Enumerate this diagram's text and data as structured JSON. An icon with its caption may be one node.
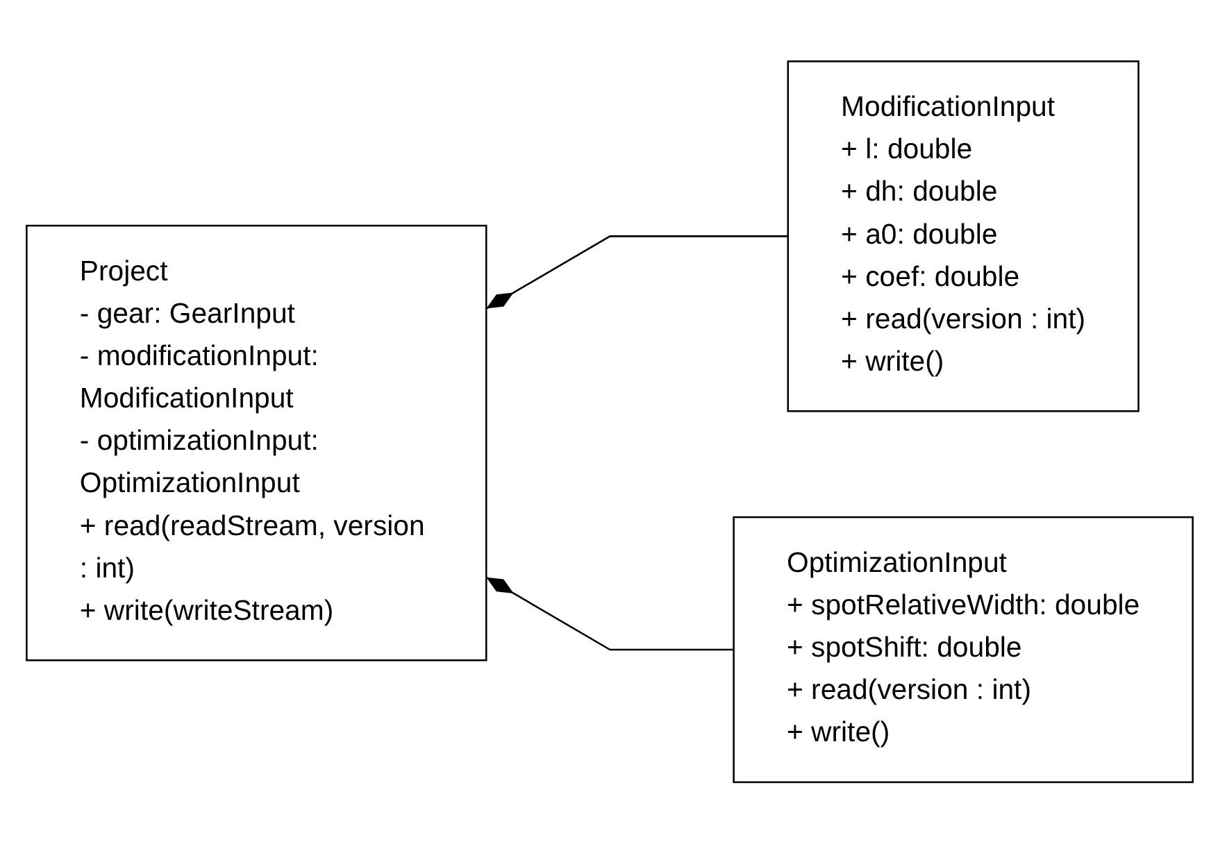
{
  "diagram": {
    "nodes": [
      {
        "text": [
          "Project",
          "- gear: GearInput",
          "- modificationInput: ModificationInput",
          "- optimizationInput: OptimizationInput",
          "+ read(readStream, version : int)",
          "+ write(writeStream)"
        ]
      },
      {
        "text": [
          "ModificationInput",
          "+ l: double",
          "+ dh: double",
          "+ a0: double",
          "+ coef: double",
          "+ read(version : int)",
          "+ write()"
        ]
      },
      {
        "text": [
          "OptimizationInput",
          "+ spotRelativeWidth: double",
          "+ spotShift: double",
          "+ read(version : int)",
          "+ write()"
        ]
      }
    ],
    "edges": [
      {
        "from": 0,
        "to": 1,
        "arrow": "other"
      },
      {
        "from": 0,
        "to": 2,
        "arrow": "other"
      }
    ]
  }
}
